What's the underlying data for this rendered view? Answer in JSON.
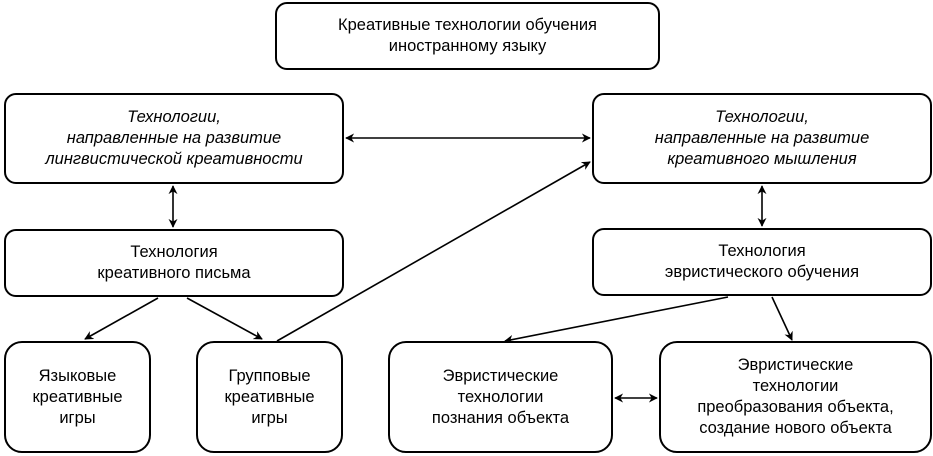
{
  "diagram": {
    "nodes": {
      "root": {
        "text": "Креативные технологии обучения\nиностранному языку"
      },
      "linguistic": {
        "text": "Технологии,\nнаправленные на развитие\nлингвистической креативности"
      },
      "thinking": {
        "text": "Технологии,\nнаправленные на развитие\nкреативного мышления"
      },
      "writing": {
        "text": "Технология\nкреативного письма"
      },
      "heuristic": {
        "text": "Технология\nэвристического обучения"
      },
      "language_games": {
        "text": "Языковые\nкреативные\nигры"
      },
      "group_games": {
        "text": "Групповые\nкреативные\nигры"
      },
      "cognition": {
        "text": "Эвристические\nтехнологии\nпознания объекта"
      },
      "transformation": {
        "text": "Эвристические\nтехнологии\nпреобразования объекта,\nсоздание нового объекта"
      }
    },
    "edges": [
      {
        "from": "linguistic",
        "to": "thinking",
        "type": "bidirectional"
      },
      {
        "from": "linguistic",
        "to": "writing",
        "type": "bidirectional"
      },
      {
        "from": "thinking",
        "to": "heuristic",
        "type": "bidirectional"
      },
      {
        "from": "writing",
        "to": "language_games",
        "type": "directed"
      },
      {
        "from": "writing",
        "to": "group_games",
        "type": "directed"
      },
      {
        "from": "group_games",
        "to": "thinking",
        "type": "directed"
      },
      {
        "from": "heuristic",
        "to": "cognition",
        "type": "directed"
      },
      {
        "from": "heuristic",
        "to": "transformation",
        "type": "directed"
      },
      {
        "from": "cognition",
        "to": "transformation",
        "type": "bidirectional"
      }
    ],
    "colors": {
      "stroke": "#000000",
      "fill": "#ffffff",
      "text": "#000000"
    }
  }
}
